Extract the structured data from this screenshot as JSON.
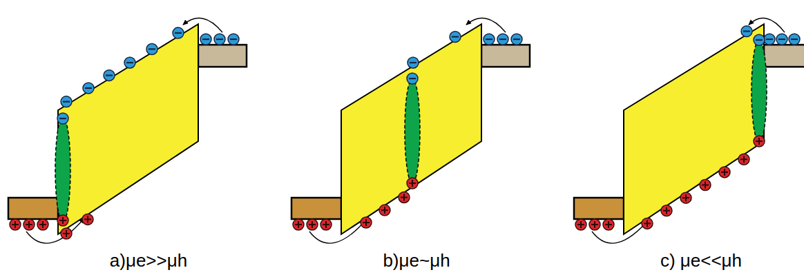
{
  "diagram": {
    "labels": [
      "a)μe>>μh",
      "b)μe~μh",
      "c) μe<<μh"
    ]
  }
}
